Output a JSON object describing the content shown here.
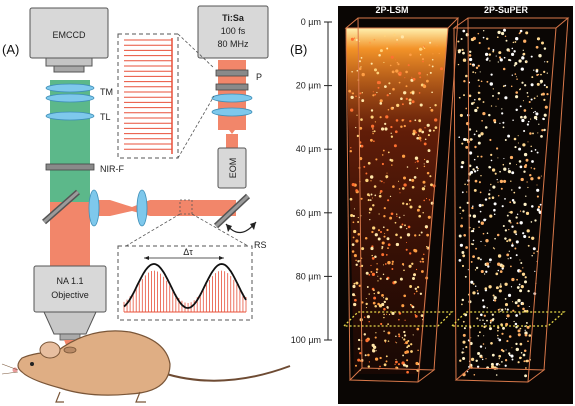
{
  "panel_a": {
    "label": "(A)",
    "camera": "EMCCD",
    "tube_lens_top": "TM",
    "tube_lens_bottom": "TL",
    "filter": "NIR-F",
    "objective_line1": "NA 1.1",
    "objective_line2": "Objective",
    "laser_line1": "Ti:Sa",
    "laser_line2": "100 fs",
    "laser_line3": "80 MHz",
    "pulse_picker": "P",
    "modulator": "EOM",
    "scanner": "RS",
    "delay_label": "Δτ"
  },
  "panel_b": {
    "label": "(B)",
    "left_volume_title": "2P-LSM",
    "right_volume_title": "2P-SuPER",
    "depth_ticks": [
      "0 µm",
      "20 µm",
      "40 µm",
      "60 µm",
      "80 µm",
      "100 µm"
    ]
  },
  "colors": {
    "beam_green": "#5cb88a",
    "beam_orange": "#f2866a",
    "lens_blue": "#7ec8ec",
    "volume_bg": "#0a0604",
    "box_line": "#d9784a",
    "marker_yellow": "#e8d94a"
  }
}
